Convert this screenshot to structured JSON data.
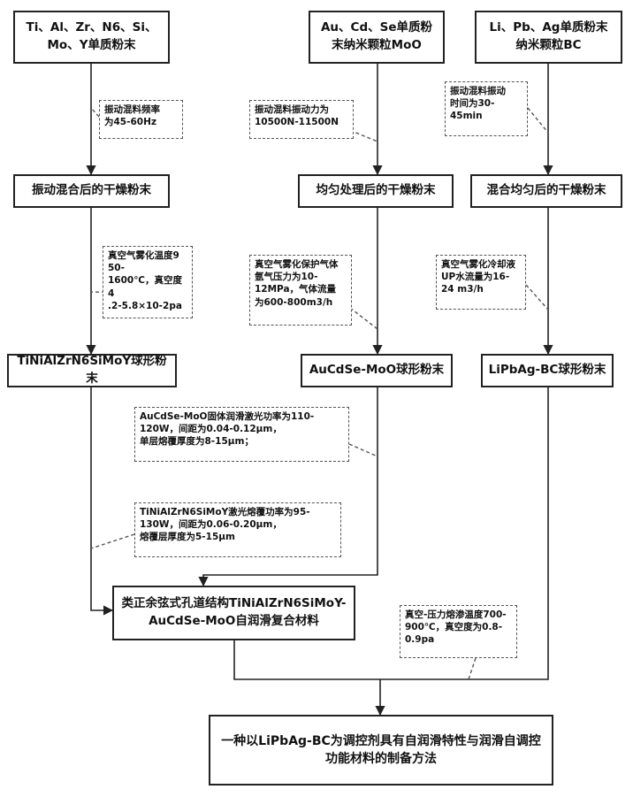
{
  "nodes": {
    "src_a": "Ti、Al、Zr、N6、Si、\nMo、Y单质粉末",
    "src_b": "Au、Cd、Se单质粉\n末纳米颗粒MoO",
    "src_c": "Li、Pb、Ag单质粉末\n纳米颗粒BC",
    "mid_a": "振动混合后的干燥粉末",
    "mid_b": "均匀处理后的干燥粉末",
    "mid_c": "混合均匀后的干燥粉末",
    "sph_a": "TiNiAlZrN6SiMoY球形粉末",
    "sph_b": "AuCdSe-MoO球形粉末",
    "sph_c": "LiPbAg-BC球形粉末",
    "composite": "类正余弦式孔道结构TiNiAlZrN6SiMoY-\nAuCdSe-MoO自润滑复合材料",
    "final": "一种以LiPbAg-BC为调控剂具有自润滑特性与润滑自调控\n功能材料的制备方法"
  },
  "notes": {
    "n1": "振动混料频率\n为45-60Hz",
    "n2": "振动混料振动力为\n10500N-11500N",
    "n3": "振动混料振动\n时间为30-\n45min",
    "n4": "真空气雾化温度9\n50-\n1600℃，真空度4\n.2-5.8×10-2pa",
    "n5": "真空气雾化保护气体\n氩气压力为10-\n12MPa，气体流量\n为600-800m3/h",
    "n6": "真空气雾化冷却液\nUP水流量为16-\n24 m3/h",
    "n7": "AuCdSe-MoO固体润滑激光功率为110-\n120W，间距为0.04-0.12μm，\n单层熔覆厚度为8-15μm；",
    "n8": "TiNiAlZrN6SiMoY激光熔覆功率为95-\n130W，间距为0.06-0.20μm，\n熔覆层厚度为5-15μm",
    "n9": "真空-压力熔渗温度700-\n900℃，真空度为0.8-\n0.9pa"
  },
  "colors": {
    "line": "#222222",
    "note_border": "#555555"
  }
}
